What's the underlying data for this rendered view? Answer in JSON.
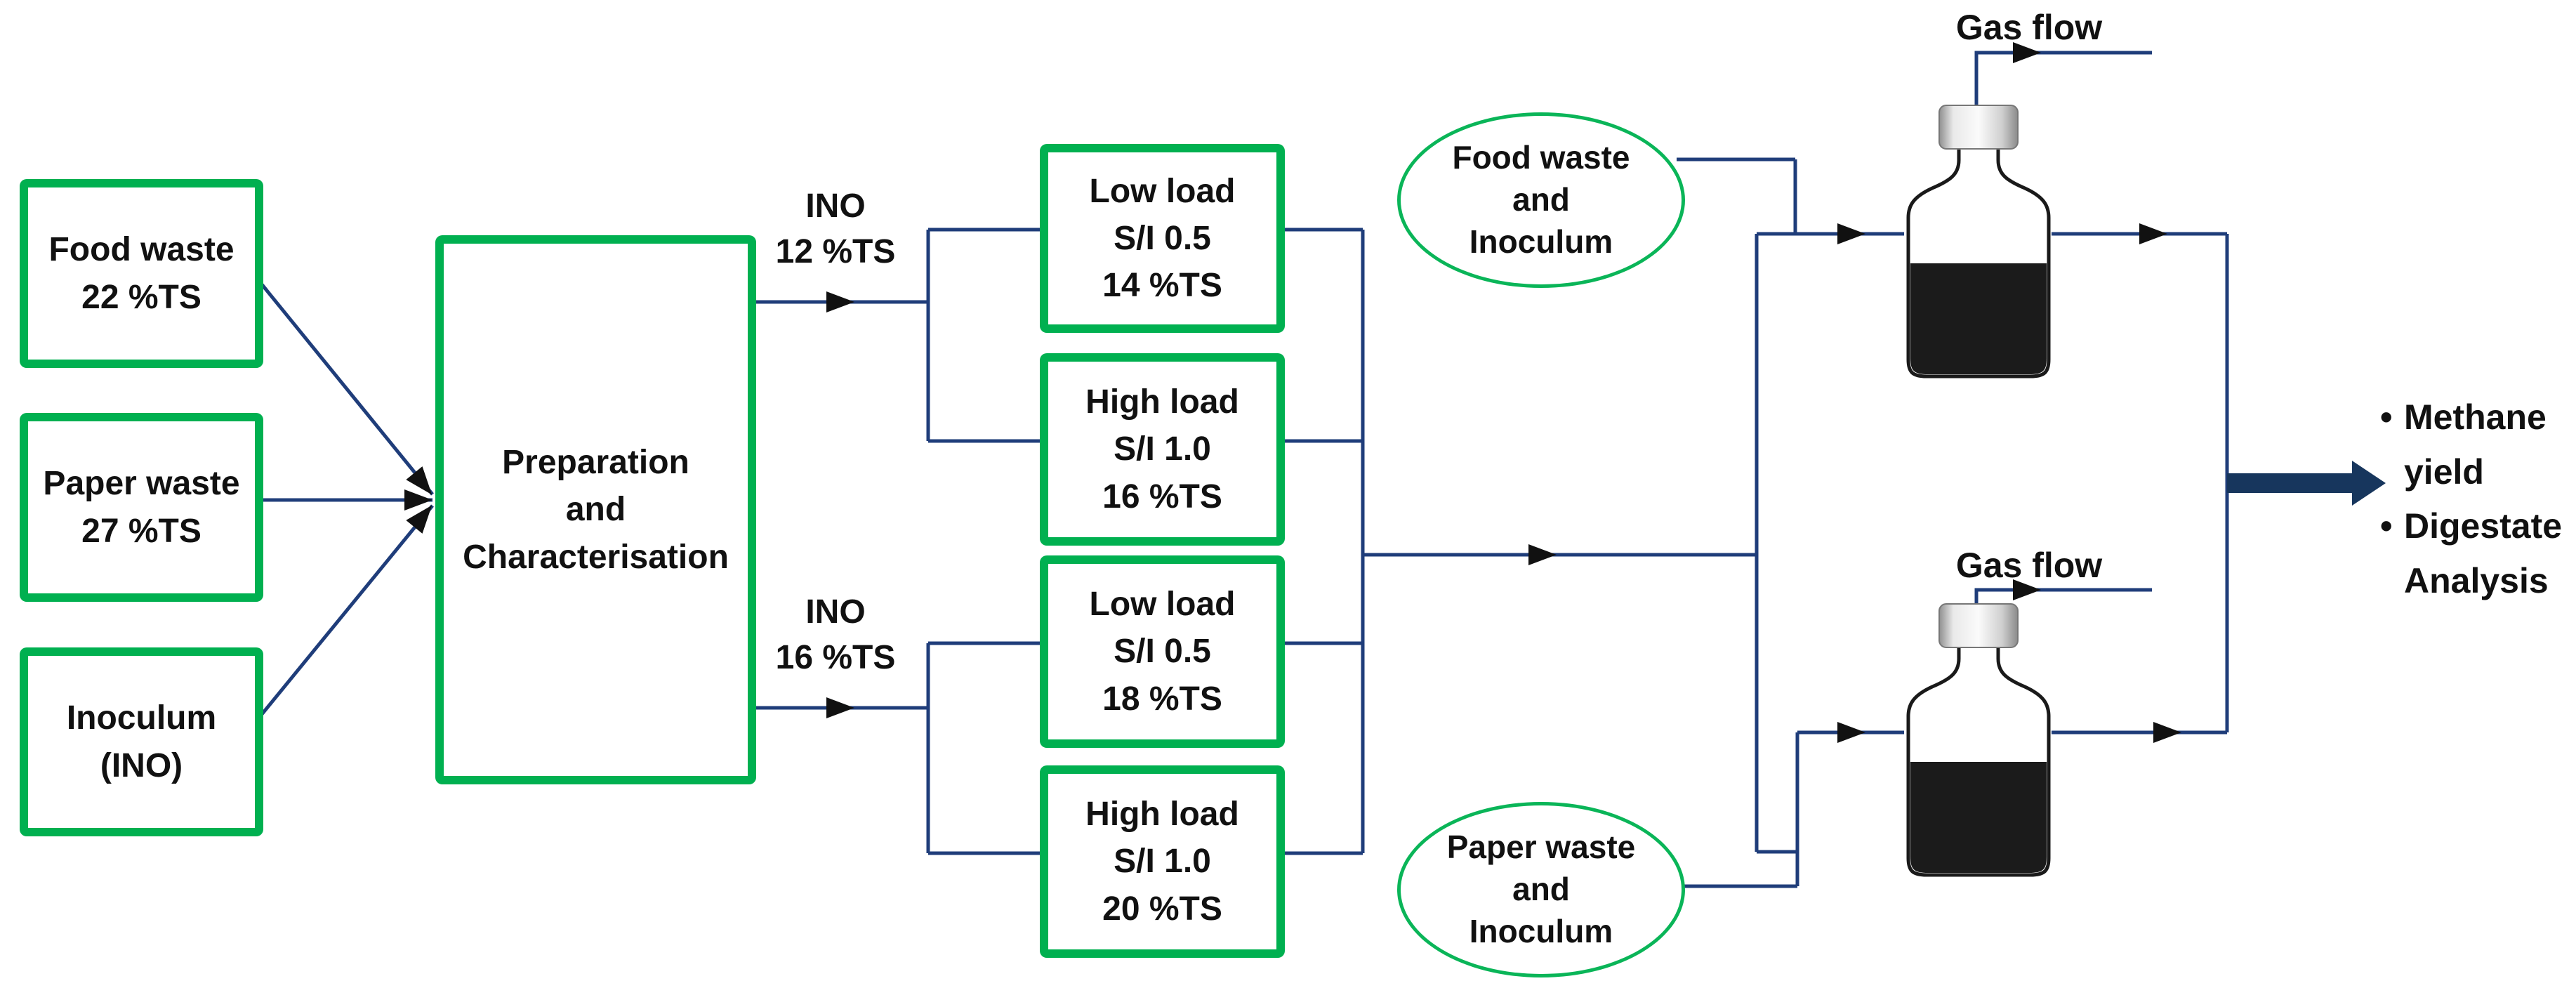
{
  "sources": [
    {
      "lines": [
        "Food waste",
        "22 %TS"
      ]
    },
    {
      "lines": [
        "Paper waste",
        "27 %TS"
      ]
    },
    {
      "lines": [
        "Inoculum",
        "(INO)"
      ]
    }
  ],
  "preparation": {
    "lines": [
      "Preparation",
      "and",
      "Characterisation"
    ]
  },
  "branch_labels": [
    {
      "lines": [
        "INO",
        "12 %TS"
      ]
    },
    {
      "lines": [
        "INO",
        "16 %TS"
      ]
    }
  ],
  "treatments": [
    {
      "lines": [
        "Low load",
        "S/I 0.5",
        "14 %TS"
      ]
    },
    {
      "lines": [
        "High load",
        "S/I 1.0",
        "16 %TS"
      ]
    },
    {
      "lines": [
        "Low load",
        "S/I 0.5",
        "18 %TS"
      ]
    },
    {
      "lines": [
        "High load",
        "S/I 1.0",
        "20 %TS"
      ]
    }
  ],
  "mixtures": [
    {
      "lines": [
        "Food waste",
        "and",
        "Inoculum"
      ]
    },
    {
      "lines": [
        "Paper waste",
        "and",
        "Inoculum"
      ]
    }
  ],
  "gas_flow_labels": [
    "Gas flow",
    "Gas flow"
  ],
  "results": {
    "bullet": "•",
    "items": [
      "Methane yield",
      "Digestate Analysis"
    ]
  },
  "colors": {
    "box_border_green": "#00b050",
    "ellipse_green": "#0ab558",
    "connector_blue": "#1f3d7a",
    "block_arrow_navy": "#17365d",
    "arrowhead_black": "#111111",
    "liquid_black": "#1b1b1b"
  }
}
